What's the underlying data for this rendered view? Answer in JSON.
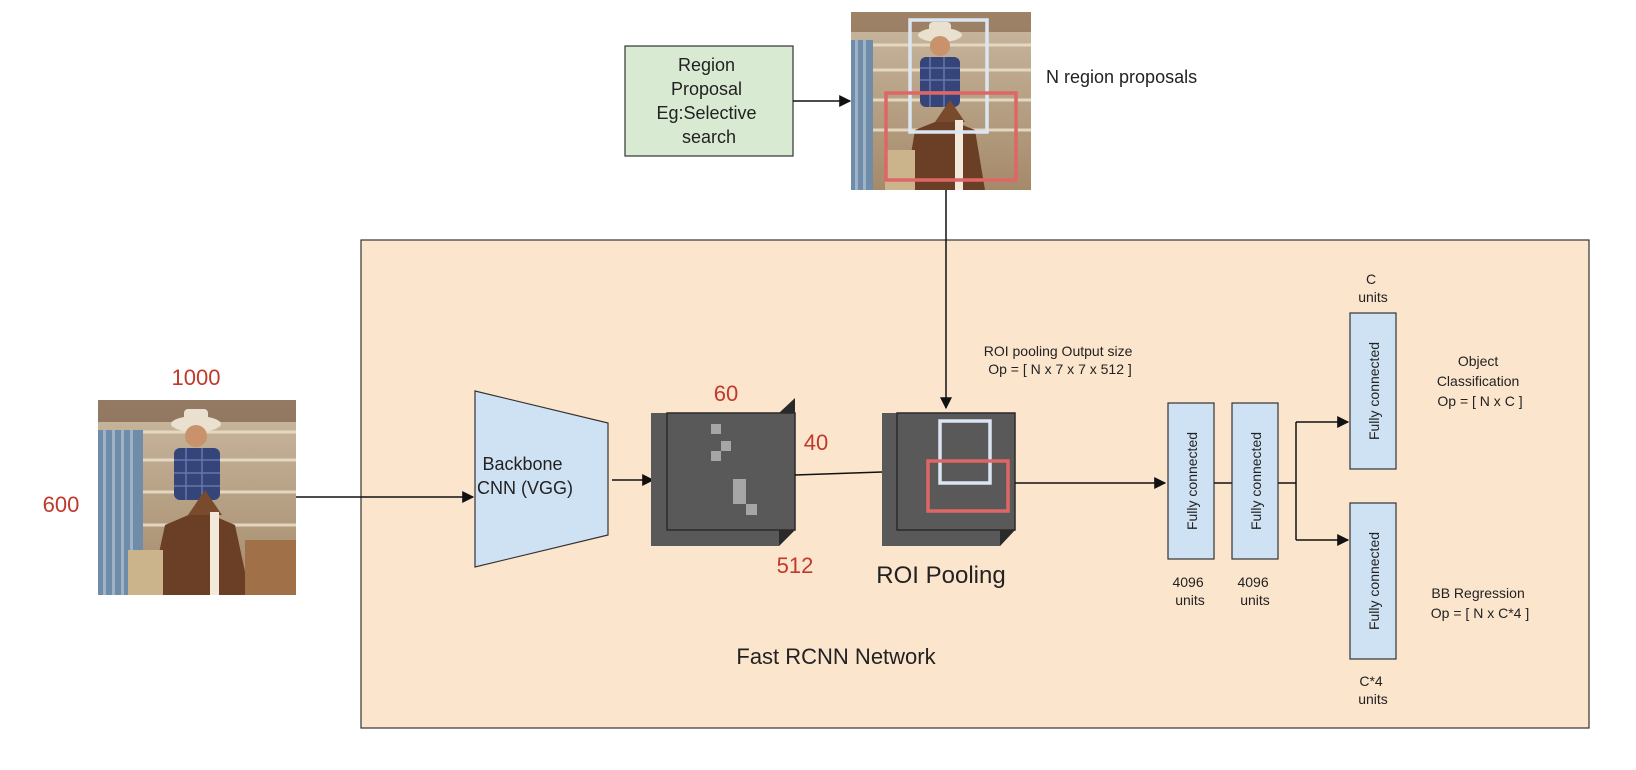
{
  "proposal_box": {
    "lines": [
      "Region",
      "Proposal",
      "Eg:Selective",
      "search"
    ]
  },
  "proposal_image": {
    "caption": "N region proposals"
  },
  "network": {
    "title": "Fast RCNN Network"
  },
  "input_image": {
    "width_label": "1000",
    "height_label": "600"
  },
  "backbone": {
    "lines": [
      "Backbone",
      "CNN (VGG)"
    ]
  },
  "feature_map": {
    "width_label": "60",
    "height_label": "40",
    "depth_label": "512"
  },
  "roi_pooling": {
    "label": "ROI Pooling",
    "output_lines": [
      "ROI pooling Output size",
      "Op = [ N x 7 x 7 x 512 ]"
    ]
  },
  "fc1": {
    "label": "Fully connected",
    "units_lines": [
      "4096",
      "units"
    ]
  },
  "fc2": {
    "label": "Fully connected",
    "units_lines": [
      "4096",
      "units"
    ]
  },
  "fc_cls": {
    "label": "Fully connected",
    "units_lines": [
      "C",
      "units"
    ],
    "output_lines": [
      "Object",
      "Classification",
      "Op = [ N x C ]"
    ]
  },
  "fc_bbox": {
    "label": "Fully connected",
    "units_lines": [
      "C*4",
      "units"
    ],
    "output_lines": [
      "BB Regression",
      "Op = [ N x C*4 ]"
    ]
  },
  "colors": {
    "network_bg": "#fce5cd",
    "proposal_bg": "#d9ead3",
    "block_blue": "#cfe2f3",
    "dim_red": "#c0392b",
    "proposal_red": "#e06666",
    "proposal_white": "#dbe6f2",
    "cube_front": "#595959",
    "cube_top": "#3d3d3d",
    "cube_side": "#2a2a2a"
  }
}
